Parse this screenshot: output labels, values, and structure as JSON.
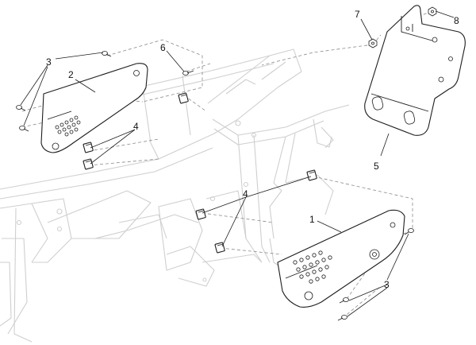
{
  "diagram": {
    "callouts": {
      "c1": "1",
      "c2": "2",
      "c3_left": "3",
      "c3_right": "3",
      "c4_left": "4",
      "c4_center": "4",
      "c5": "5",
      "c6": "6",
      "c7": "7",
      "c8": "8"
    },
    "colors": {
      "part_stroke": "#1e1e1e",
      "frame_stroke": "#cfcfcf",
      "leader_dash": "#8a8a8a",
      "background": "#ffffff"
    }
  }
}
